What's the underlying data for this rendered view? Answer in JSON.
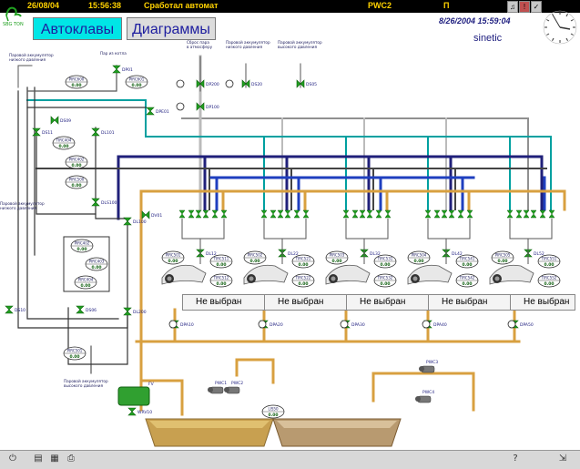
{
  "header": {
    "date": "26/08/04",
    "time": "15:56:38",
    "alarm": "Сработал автомат",
    "code": "PWC2",
    "mode": "П"
  },
  "tabs": {
    "autoclaves": "Автоклавы",
    "diagrams": "Диаграммы"
  },
  "datetime": "8/26/2004 15:59:04",
  "brand": "sinetic",
  "logo_text": "SBG TON",
  "labels": {
    "steam_low_top": "Паровой аккумулятор\nнизкого давления",
    "steam_kotel": "Пар из котла",
    "steam_atm": "Сброс пара\nв атмосферу",
    "steam_low_mid": "Паровой аккумулятор\nнизкого давления",
    "steam_high_mid": "Паровой аккумулятор\nвысокого давления",
    "steam_low_left": "Паровой аккумулятор\nнизкого давления",
    "steam_high_bottom": "Паровой аккумулятор\nвысокого давления"
  },
  "valves": {
    "dp01": "DP01",
    "dp200": "DP200",
    "dp100": "DP100",
    "ds20": "DS20",
    "ds05": "DS05",
    "dpe01": "DPE01",
    "ds09": "DS09",
    "ds11": "DS11",
    "dl101": "DL101",
    "dls100": "DLS100",
    "dl100": "DL100",
    "dv01": "DV01",
    "ds10": "DS10",
    "ds06": "DS06",
    "dl200": "DL200",
    "dl12": "DL12",
    "dl22": "DL22",
    "dl32": "DL32",
    "dl42": "DL42",
    "dl52": "DL52",
    "dpa10": "DPA10",
    "dpa20": "DPA20",
    "dpa30": "DPA30",
    "dpa40": "DPA40",
    "dpa50": "DPA50",
    "fv": "FV",
    "wrv10": "WRV10",
    "pwc1": "PWC1",
    "pwc2": "PWC2",
    "pwc3": "PWC3",
    "pwc4": "PWC4"
  },
  "instruments": [
    {
      "tag": "PIRC600",
      "value": "0.00"
    },
    {
      "tag": "PIRC601",
      "value": "0.00"
    },
    {
      "tag": "TIRC404",
      "value": "0.00"
    },
    {
      "tag": "PIRC402",
      "value": "0.00"
    },
    {
      "tag": "PIRC500",
      "value": "0.00"
    },
    {
      "tag": "PIRC402",
      "value": "0.00"
    },
    {
      "tag": "PIRC403",
      "value": "0.00"
    },
    {
      "tag": "PIRC404",
      "value": "0.00"
    },
    {
      "tag": "PIRC501",
      "value": "0.00"
    },
    {
      "tag": "PIRC501",
      "value": "0.00"
    },
    {
      "tag": "TIRC511",
      "value": "0.00"
    },
    {
      "tag": "TIRC512",
      "value": "0.00"
    },
    {
      "tag": "PIRC502",
      "value": "0.00"
    },
    {
      "tag": "TIRC521",
      "value": "0.00"
    },
    {
      "tag": "TIRC522",
      "value": "0.00"
    },
    {
      "tag": "PIRC503",
      "value": "0.00"
    },
    {
      "tag": "TIRC531",
      "value": "0.00"
    },
    {
      "tag": "TIRC532",
      "value": "0.00"
    },
    {
      "tag": "PIRC504",
      "value": "0.00"
    },
    {
      "tag": "TIRC541",
      "value": "0.00"
    },
    {
      "tag": "TIRC542",
      "value": "0.00"
    },
    {
      "tag": "PIRC505",
      "value": "0.00"
    },
    {
      "tag": "TIRC551",
      "value": "0.00"
    },
    {
      "tag": "TIRC552",
      "value": "0.00"
    },
    {
      "tag": "LIS50",
      "value": "0.00"
    }
  ],
  "autoclaves": [
    {
      "status": "Не выбран"
    },
    {
      "status": "Не выбран"
    },
    {
      "status": "Не выбран"
    },
    {
      "status": "Не выбран"
    },
    {
      "status": "Не выбран"
    }
  ],
  "colors": {
    "pipe_steam": "#d8a040",
    "pipe_teal": "#00a0a0",
    "pipe_navy": "#20207a",
    "pipe_grey": "#909090",
    "valve_green": "#20a020",
    "tab_active": "#00e6e6",
    "header_text": "#ffd200"
  }
}
